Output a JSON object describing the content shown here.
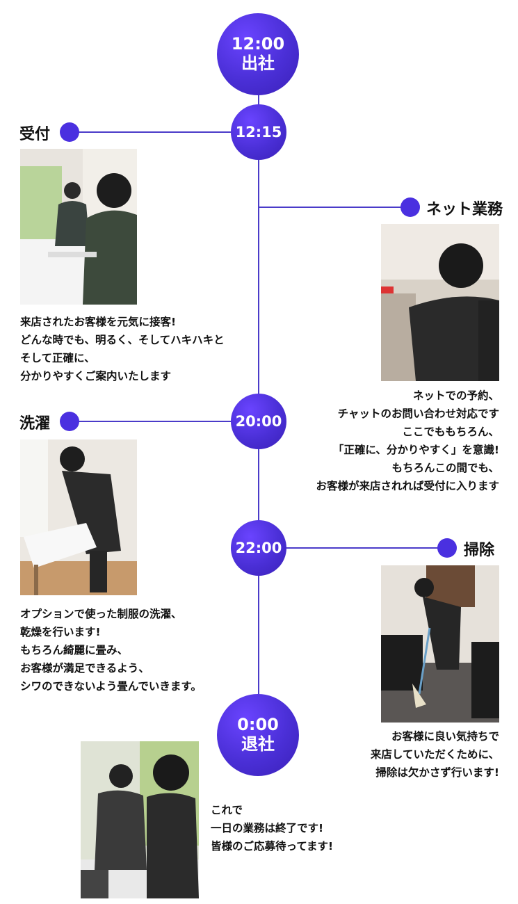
{
  "times": {
    "start_time": "12:00",
    "start_label": "出社",
    "t1215": "12:15",
    "t2000": "20:00",
    "t2200": "22:00",
    "end_time": "0:00",
    "end_label": "退社"
  },
  "tasks": {
    "reception": {
      "title": "受付",
      "text": "来店されたお客様を元気に接客!\nどんな時でも、明るく、そしてハキハキと\nそして正確に、\n分かりやすくご案内いたします"
    },
    "net": {
      "title": "ネット業務",
      "text": "ネットでの予約、\nチャットのお問い合わせ対応です\nここでももちろん、\n「正確に、分かりやすく」を意識!\nもちろんこの間でも、\nお客様が来店されれば受付に入ります"
    },
    "laundry": {
      "title": "洗濯",
      "text": "オプションで使った制服の洗濯、\n乾燥を行います!\nもちろん綺麗に畳み、\nお客様が満足できるよう、\nシワのできないよう畳んでいきます。"
    },
    "cleaning": {
      "title": "掃除",
      "text": "お客様に良い気持ちで\n来店していただくために、\n掃除は欠かさず行います!"
    },
    "ending": {
      "text": "これで\n一日の業務は終了です!\n皆様のご応募待ってます!"
    }
  },
  "colors": {
    "accent": "#4a30e0",
    "line": "#4a3bc9"
  }
}
